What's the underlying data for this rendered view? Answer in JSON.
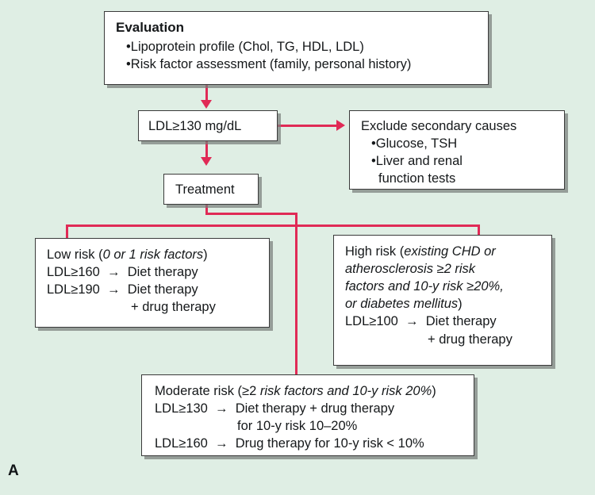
{
  "figure": {
    "panel_label": "A",
    "background_color": "#dfeee4",
    "connector_color": "#e02a56",
    "box_fill": "#ffffff",
    "box_border": "#3a3a3a"
  },
  "nodes": {
    "evaluation": {
      "title": "Evaluation",
      "items": [
        "•Lipoprotein profile (Chol, TG, HDL, LDL)",
        "•Risk factor assessment (family, personal history)"
      ]
    },
    "ldl_threshold": {
      "label": "LDL≥130 mg/dL"
    },
    "exclude_secondary": {
      "title": "Exclude secondary causes",
      "items": [
        "•Glucose, TSH",
        "•Liver and renal"
      ],
      "continuation": "function tests"
    },
    "treatment": {
      "label": "Treatment"
    },
    "low_risk": {
      "heading_plain": "Low risk (",
      "heading_italic": "0 or 1 risk factors",
      "heading_close": ")",
      "lines": [
        "LDL≥160  →  Diet therapy",
        "LDL≥190  →  Diet therapy"
      ],
      "continuation": "+ drug therapy"
    },
    "high_risk": {
      "heading_plain": "High risk (",
      "heading_italic_lines": [
        "existing CHD or",
        "atherosclerosis ≥2 risk",
        "factors and 10-y risk ≥20%,",
        "or diabetes mellitus"
      ],
      "heading_close": ")",
      "lines": [
        "LDL≥100  →  Diet therapy"
      ],
      "continuation": "+ drug therapy"
    },
    "moderate_risk": {
      "heading_plain": "Moderate risk (≥2 ",
      "heading_italic": "risk factors and 10-y risk 20%",
      "heading_close": ")",
      "lines": [
        "LDL≥130  →  Diet therapy + drug therapy"
      ],
      "continuation": "for 10-y risk 10–20%",
      "last_line": "LDL≥160  →  Drug therapy for 10-y risk < 10%"
    }
  }
}
